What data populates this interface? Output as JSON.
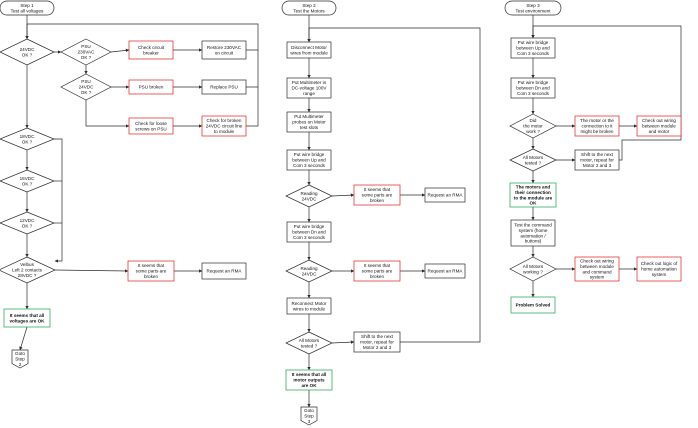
{
  "colors": {
    "line": "#2b2b2b",
    "red": "#e02020",
    "green": "#18a04a",
    "text": "#111111"
  },
  "steps": [
    {
      "id": "s1",
      "title": [
        "Step 1",
        "Test all voltages"
      ]
    },
    {
      "id": "s2",
      "title": [
        "Step 2",
        "Test the Motors"
      ]
    },
    {
      "id": "s3",
      "title": [
        "Step 3",
        "Test environment"
      ]
    }
  ],
  "nodes": [
    {
      "id": "d24",
      "kind": "decision",
      "text": [
        "24VDC",
        "OK ?"
      ]
    },
    {
      "id": "dpsu230",
      "kind": "decision",
      "text": [
        "PSU",
        "230VAC",
        "OK ?"
      ]
    },
    {
      "id": "r_checkbreaker",
      "kind": "process",
      "tone": "red",
      "text": [
        "Check circuit",
        "breaker"
      ]
    },
    {
      "id": "restore",
      "kind": "process",
      "text": [
        "Restore 230VAC",
        "on circuit"
      ]
    },
    {
      "id": "dpsu24",
      "kind": "decision",
      "text": [
        "PSU",
        "24VDC",
        "OK ?"
      ]
    },
    {
      "id": "r_psubroken",
      "kind": "process",
      "tone": "red",
      "text": [
        "PSU broken"
      ]
    },
    {
      "id": "replacepsu",
      "kind": "process",
      "text": [
        "Replace PSU"
      ]
    },
    {
      "id": "r_loosescrews",
      "kind": "process",
      "tone": "red",
      "text": [
        "Check for loose",
        "screws on PSU"
      ]
    },
    {
      "id": "r_brokenline",
      "kind": "process",
      "tone": "red",
      "text": [
        "Check for broken",
        "24VDC circuit line",
        "to module"
      ]
    },
    {
      "id": "d18",
      "kind": "decision",
      "text": [
        "18VDC",
        "OK ?"
      ]
    },
    {
      "id": "d15",
      "kind": "decision",
      "text": [
        "15VDC",
        "OK ?"
      ]
    },
    {
      "id": "d12",
      "kind": "decision",
      "text": [
        "12VDC",
        "OK ?"
      ]
    },
    {
      "id": "dvelbus",
      "kind": "decision",
      "text": [
        "Velbus",
        "Left 2 contacts",
        "28VDC ?"
      ]
    },
    {
      "id": "r_broken1",
      "kind": "process",
      "tone": "red",
      "text": [
        "It seems that",
        "some parts are",
        "broken"
      ]
    },
    {
      "id": "rma1",
      "kind": "process",
      "text": [
        "Request an RMA"
      ]
    },
    {
      "id": "g_voltok",
      "kind": "process",
      "tone": "green",
      "text": [
        "It seems that all",
        "voltages are OK"
      ]
    },
    {
      "id": "goto2",
      "kind": "offpage",
      "text": [
        "Goto",
        "Step",
        "2"
      ]
    },
    {
      "id": "disconnect",
      "kind": "process",
      "text": [
        "Disconnect Motor",
        "wires from module"
      ]
    },
    {
      "id": "multimeter",
      "kind": "process",
      "text": [
        "Put Multimeter in",
        "DC-voltage 100V",
        "range"
      ]
    },
    {
      "id": "probes",
      "kind": "process",
      "text": [
        "Put Multimeter",
        "probes on Motor",
        "test slots"
      ]
    },
    {
      "id": "bridgeup",
      "kind": "process",
      "text": [
        "Put wire bridge",
        "between Up and",
        "Com 3 seconds"
      ]
    },
    {
      "id": "dread1",
      "kind": "decision",
      "text": [
        "Reading",
        "24VDC"
      ]
    },
    {
      "id": "r_broken2",
      "kind": "process",
      "tone": "red",
      "text": [
        "It seems that",
        "some parts are",
        "broken"
      ]
    },
    {
      "id": "rma2",
      "kind": "process",
      "text": [
        "Request an RMA"
      ]
    },
    {
      "id": "bridgedn",
      "kind": "process",
      "text": [
        "Put wire bridge",
        "between Dn and",
        "Com 3 seconds"
      ]
    },
    {
      "id": "dread2",
      "kind": "decision",
      "text": [
        "Reading",
        "24VDC"
      ]
    },
    {
      "id": "r_broken3",
      "kind": "process",
      "tone": "red",
      "text": [
        "It seems that",
        "some parts are",
        "broken"
      ]
    },
    {
      "id": "rma3",
      "kind": "process",
      "text": [
        "Request an RMA"
      ]
    },
    {
      "id": "reconnect",
      "kind": "process",
      "text": [
        "Reconnect Motor",
        "wires to module"
      ]
    },
    {
      "id": "dallmotors",
      "kind": "decision",
      "text": [
        "All Motors",
        "tested ?"
      ]
    },
    {
      "id": "shift1",
      "kind": "process",
      "text": [
        "Shift to the next",
        "motor, repeat for",
        "Motor 2 and 3"
      ]
    },
    {
      "id": "g_motorok",
      "kind": "process",
      "tone": "green",
      "text": [
        "It seems that all",
        "motor outputs",
        "are OK"
      ]
    },
    {
      "id": "goto3",
      "kind": "offpage",
      "text": [
        "Goto",
        "Step",
        "3"
      ]
    },
    {
      "id": "s3bridgeup",
      "kind": "process",
      "text": [
        "Put wire bridge",
        "between Up and",
        "Com 3 seconds"
      ]
    },
    {
      "id": "s3bridgedn",
      "kind": "process",
      "text": [
        "Put wire bridge",
        "between Dn and",
        "Com 3 seconds"
      ]
    },
    {
      "id": "dmotorwork",
      "kind": "decision",
      "text": [
        "Did",
        "the motor",
        "work ?"
      ]
    },
    {
      "id": "r_connbroken",
      "kind": "process",
      "tone": "red",
      "text": [
        "The motor or the",
        "connection to it",
        "might be broken"
      ]
    },
    {
      "id": "r_wiring1",
      "kind": "process",
      "tone": "red",
      "text": [
        "Check out wiring",
        "between module",
        "and motor"
      ]
    },
    {
      "id": "dallmotors3",
      "kind": "decision",
      "text": [
        "All Motors",
        "tested ?"
      ]
    },
    {
      "id": "shift2",
      "kind": "process",
      "text": [
        "Shift to the next",
        "motor, repeat for",
        "Motor 2 and 3"
      ]
    },
    {
      "id": "g_connok",
      "kind": "process",
      "tone": "green",
      "text": [
        "The motors and",
        "their connection",
        "to the module are",
        "OK"
      ]
    },
    {
      "id": "testsystem",
      "kind": "process",
      "text": [
        "Test the command",
        "system (home",
        "automation /",
        "buttons)"
      ]
    },
    {
      "id": "dworking",
      "kind": "decision",
      "text": [
        "All Motors",
        "working ?"
      ]
    },
    {
      "id": "r_wiring2",
      "kind": "process",
      "tone": "red",
      "text": [
        "Check out wiring",
        "between module",
        "and command",
        "system"
      ]
    },
    {
      "id": "r_logic",
      "kind": "process",
      "tone": "red",
      "text": [
        "Check out logic of",
        "home automation",
        "system"
      ]
    },
    {
      "id": "g_solved",
      "kind": "process",
      "tone": "green",
      "text": [
        "Problem Solved"
      ]
    }
  ]
}
